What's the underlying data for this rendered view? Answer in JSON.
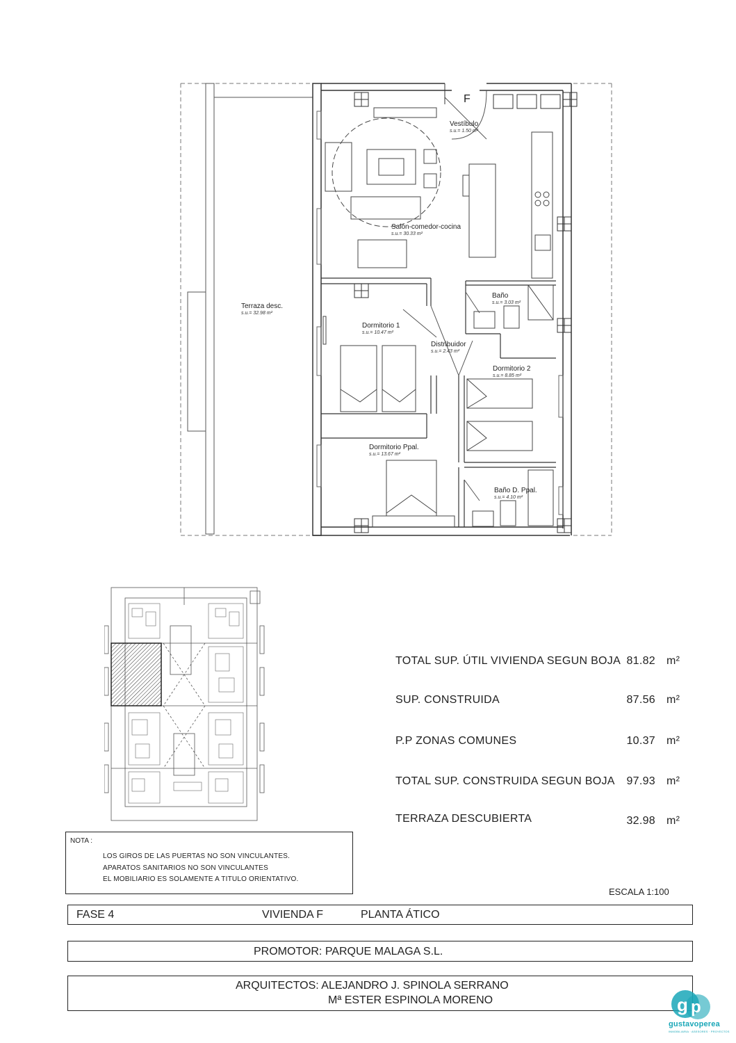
{
  "plan": {
    "unit_letter": "F",
    "rooms": [
      {
        "id": "vestibulo",
        "name": "Vestíbulo",
        "area": "s.u.= 1.50 m²"
      },
      {
        "id": "salon",
        "name": "Salón-comedor-cocina",
        "area": "s.u.= 30.33 m²"
      },
      {
        "id": "terraza",
        "name": "Terraza desc.",
        "area": "s.u.= 32.98 m²"
      },
      {
        "id": "bano",
        "name": "Baño",
        "area": "s.u.= 3.03 m²"
      },
      {
        "id": "dormitorio1",
        "name": "Dormitorio 1",
        "area": "s.u.= 10.47 m²"
      },
      {
        "id": "distribuidor",
        "name": "Distribuidor",
        "area": "s.u.= 2.43 m²"
      },
      {
        "id": "dormitorio2",
        "name": "Dormitorio 2",
        "area": "s.u.= 8.85 m²"
      },
      {
        "id": "dormitorio_ppal",
        "name": "Dormitorio Ppal.",
        "area": "s.u.= 13.67 m²"
      },
      {
        "id": "bano_ppal",
        "name": "Baño D. Ppal.",
        "area": "s.u.= 4.10 m²"
      }
    ]
  },
  "surfaces": [
    {
      "label": "TOTAL SUP. ÚTIL VIVIENDA SEGUN BOJA",
      "value": "81.82",
      "unit": "m²"
    },
    {
      "label": "SUP. CONSTRUIDA",
      "value": "87.56",
      "unit": "m²"
    },
    {
      "label": "P.P ZONAS COMUNES",
      "value": "10.37",
      "unit": "m²"
    },
    {
      "label": "TOTAL SUP. CONSTRUIDA SEGUN BOJA",
      "value": "97.93",
      "unit": "m²"
    },
    {
      "label": "TERRAZA DESCUBIERTA",
      "value": "32.98",
      "unit": "m²"
    }
  ],
  "note": {
    "title": "NOTA :",
    "lines": [
      "LOS GIROS DE LAS PUERTAS NO SON VINCULANTES.",
      "APARATOS SANITARIOS NO SON VINCULANTES",
      "EL MOBILIARIO ES SOLAMENTE A TITULO ORIENTATIVO."
    ]
  },
  "scale": "ESCALA 1:100",
  "titleblock": {
    "phase": "FASE 4",
    "unit": "VIVIENDA F",
    "floor": "PLANTA ÁTICO",
    "promotor": "PROMOTOR: PARQUE MALAGA S.L.",
    "architects_line1": "ARQUITECTOS:  ALEJANDRO J. SPINOLA SERRANO",
    "architects_line2": "Mª ESTER ESPINOLA MORENO"
  },
  "logo": {
    "brand": "gustavoperea",
    "tagline": "INMOBILIARIA · ASESORES · PROYECTOS",
    "color": "#1aa7b8"
  }
}
